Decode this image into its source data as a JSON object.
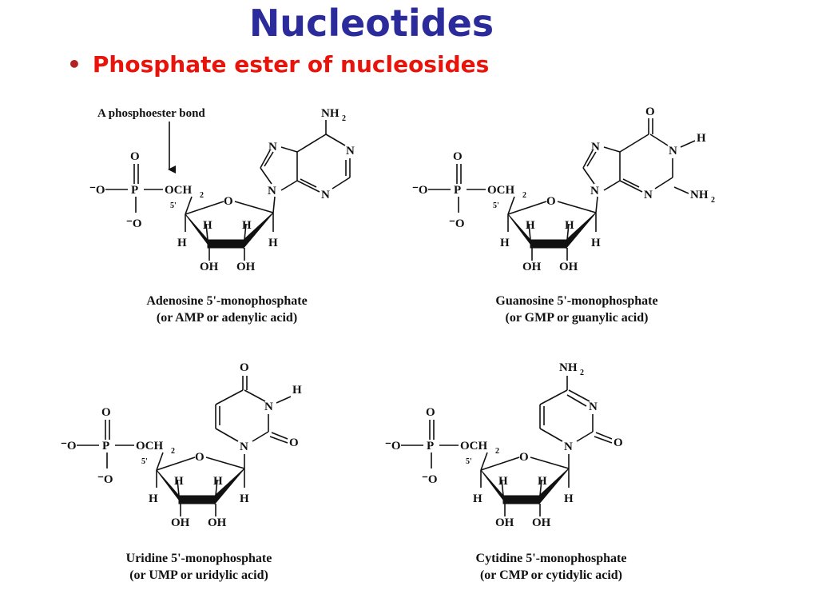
{
  "slide": {
    "title": "Nucleotides",
    "bullet": "Phosphate ester of nucleosides",
    "title_color": "#2b2b9b",
    "bullet_color": "#e8140b"
  },
  "annotation": {
    "phosphoester_label": "A phosphoester bond"
  },
  "atoms": {
    "O": "O",
    "P": "P",
    "N": "N",
    "H": "H",
    "OH": "OH",
    "anion_O": "⁻O",
    "OCH": "OCH",
    "two": "2",
    "NH": "NH",
    "five_prime": "5'"
  },
  "molecules": {
    "amp": {
      "name": "Adenosine 5'-monophosphate",
      "alias": "(or AMP or adenylic acid)"
    },
    "gmp": {
      "name": "Guanosine 5'-monophosphate",
      "alias": "(or GMP or guanylic acid)"
    },
    "ump": {
      "name": "Uridine 5'-monophosphate",
      "alias": "(or UMP or uridylic acid)"
    },
    "cmp": {
      "name": "Cytidine 5'-monophosphate",
      "alias": "(or CMP or cytidylic acid)"
    }
  }
}
